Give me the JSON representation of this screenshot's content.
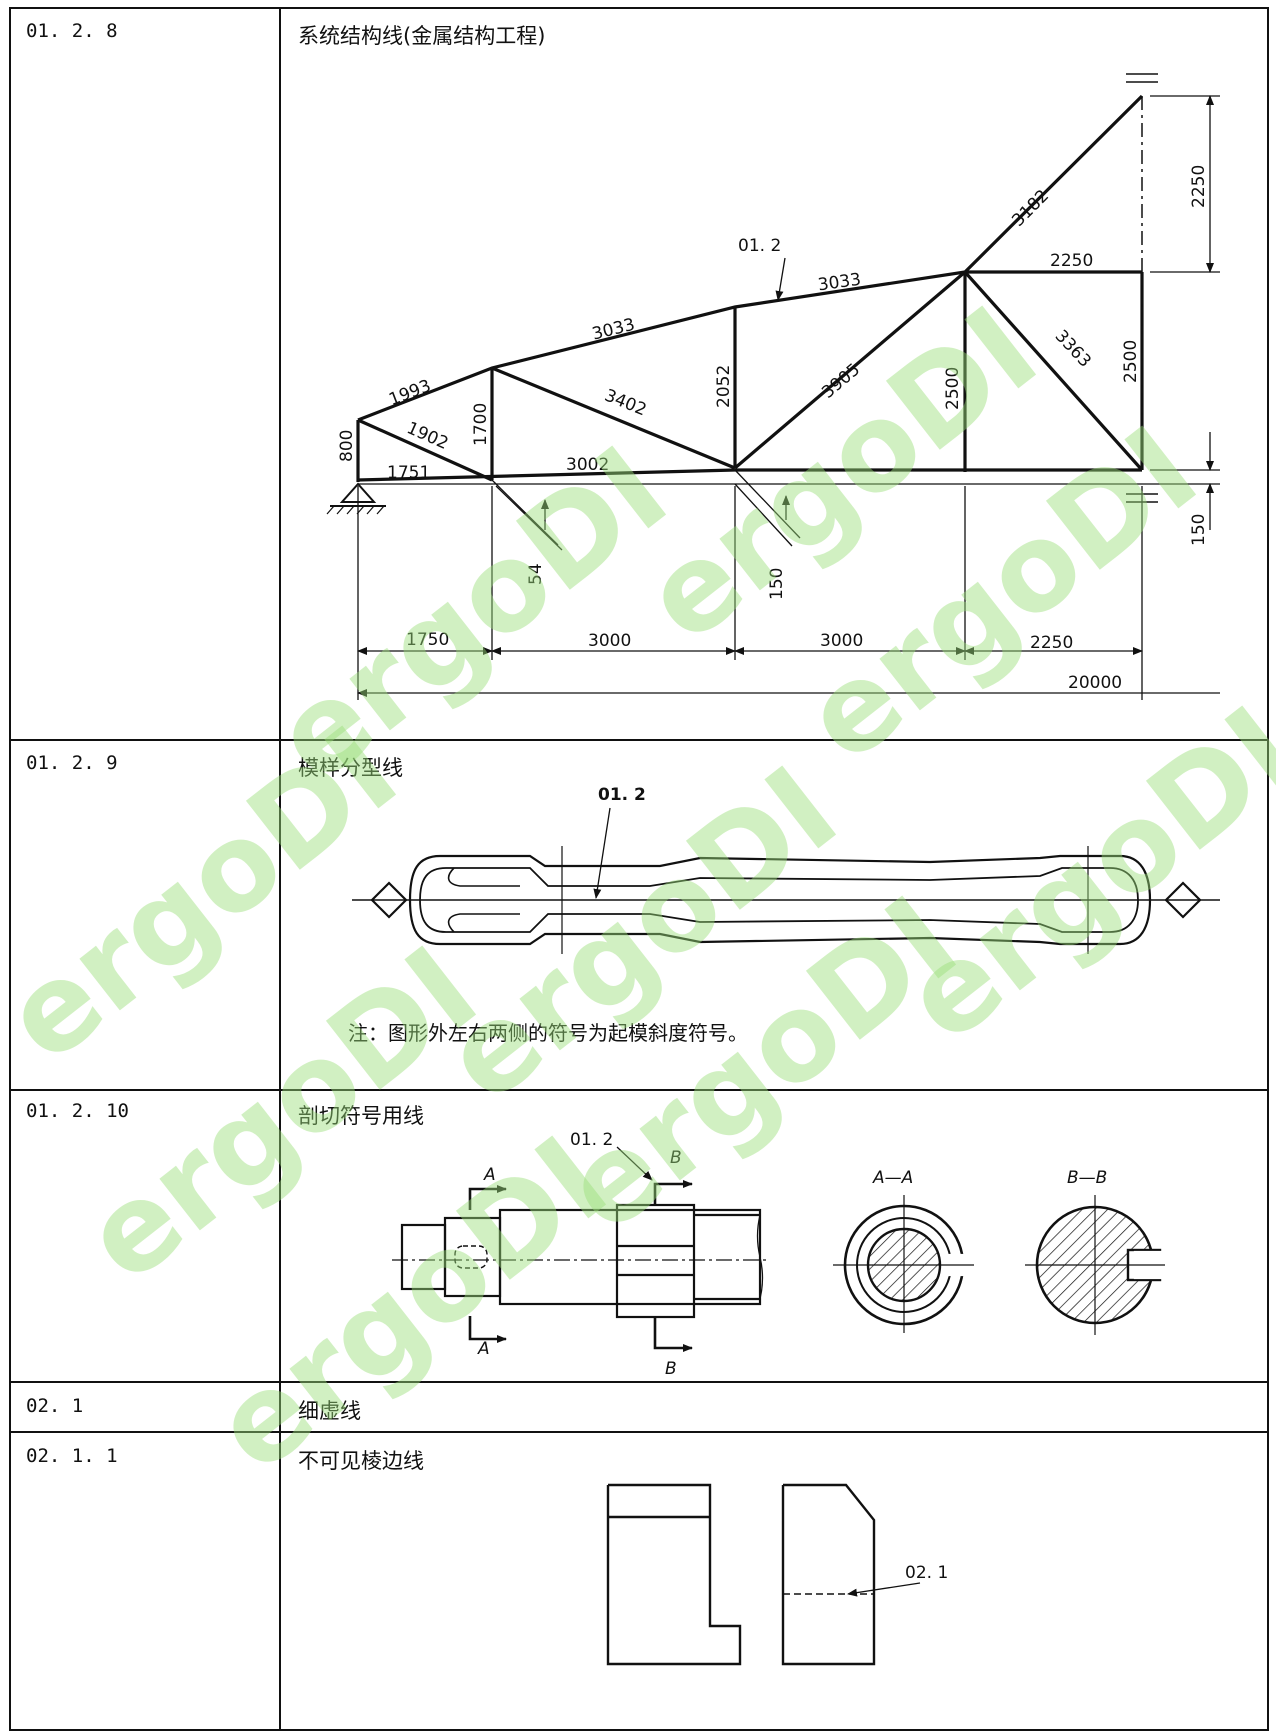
{
  "rows": [
    {
      "code": "01. 2. 8",
      "title": "系统结构线(金属结构工程)"
    },
    {
      "code": "01. 2. 9",
      "title": "模样分型线",
      "note": "注：图形外左右两侧的符号为起模斜度符号。"
    },
    {
      "code": "01. 2. 10",
      "title": "剖切符号用线"
    },
    {
      "code": "02. 1",
      "title": "细虚线"
    },
    {
      "code": "02. 1. 1",
      "title": "不可见棱边线"
    }
  ],
  "truss": {
    "members": {
      "m1993": "1993",
      "m1902": "1902",
      "m1751": "1751",
      "m800": "800",
      "m1700": "1700",
      "m3033a": "3033",
      "m3402": "3402",
      "m3002": "3002",
      "m2052": "2052",
      "m3905": "3905",
      "m3033b": "3033",
      "m2500a": "2500",
      "m3182": "3182",
      "m2250top": "2250",
      "m3363": "3363",
      "m2500b": "2500",
      "m2250dim": "2250",
      "m150right": "150",
      "m54": "54",
      "m150mid": "150"
    },
    "ref_label": "01. 2",
    "spans": [
      "1750",
      "3000",
      "3000",
      "2250"
    ],
    "total": "20000"
  },
  "pattern": {
    "ref_label": "01. 2"
  },
  "section": {
    "ref_label": "01. 2",
    "cut_a": "A",
    "cut_b": "B",
    "view_a": "A—A",
    "view_b": "B—B"
  },
  "hidden": {
    "ref_label": "02. 1"
  },
  "watermark": "ergoDI"
}
